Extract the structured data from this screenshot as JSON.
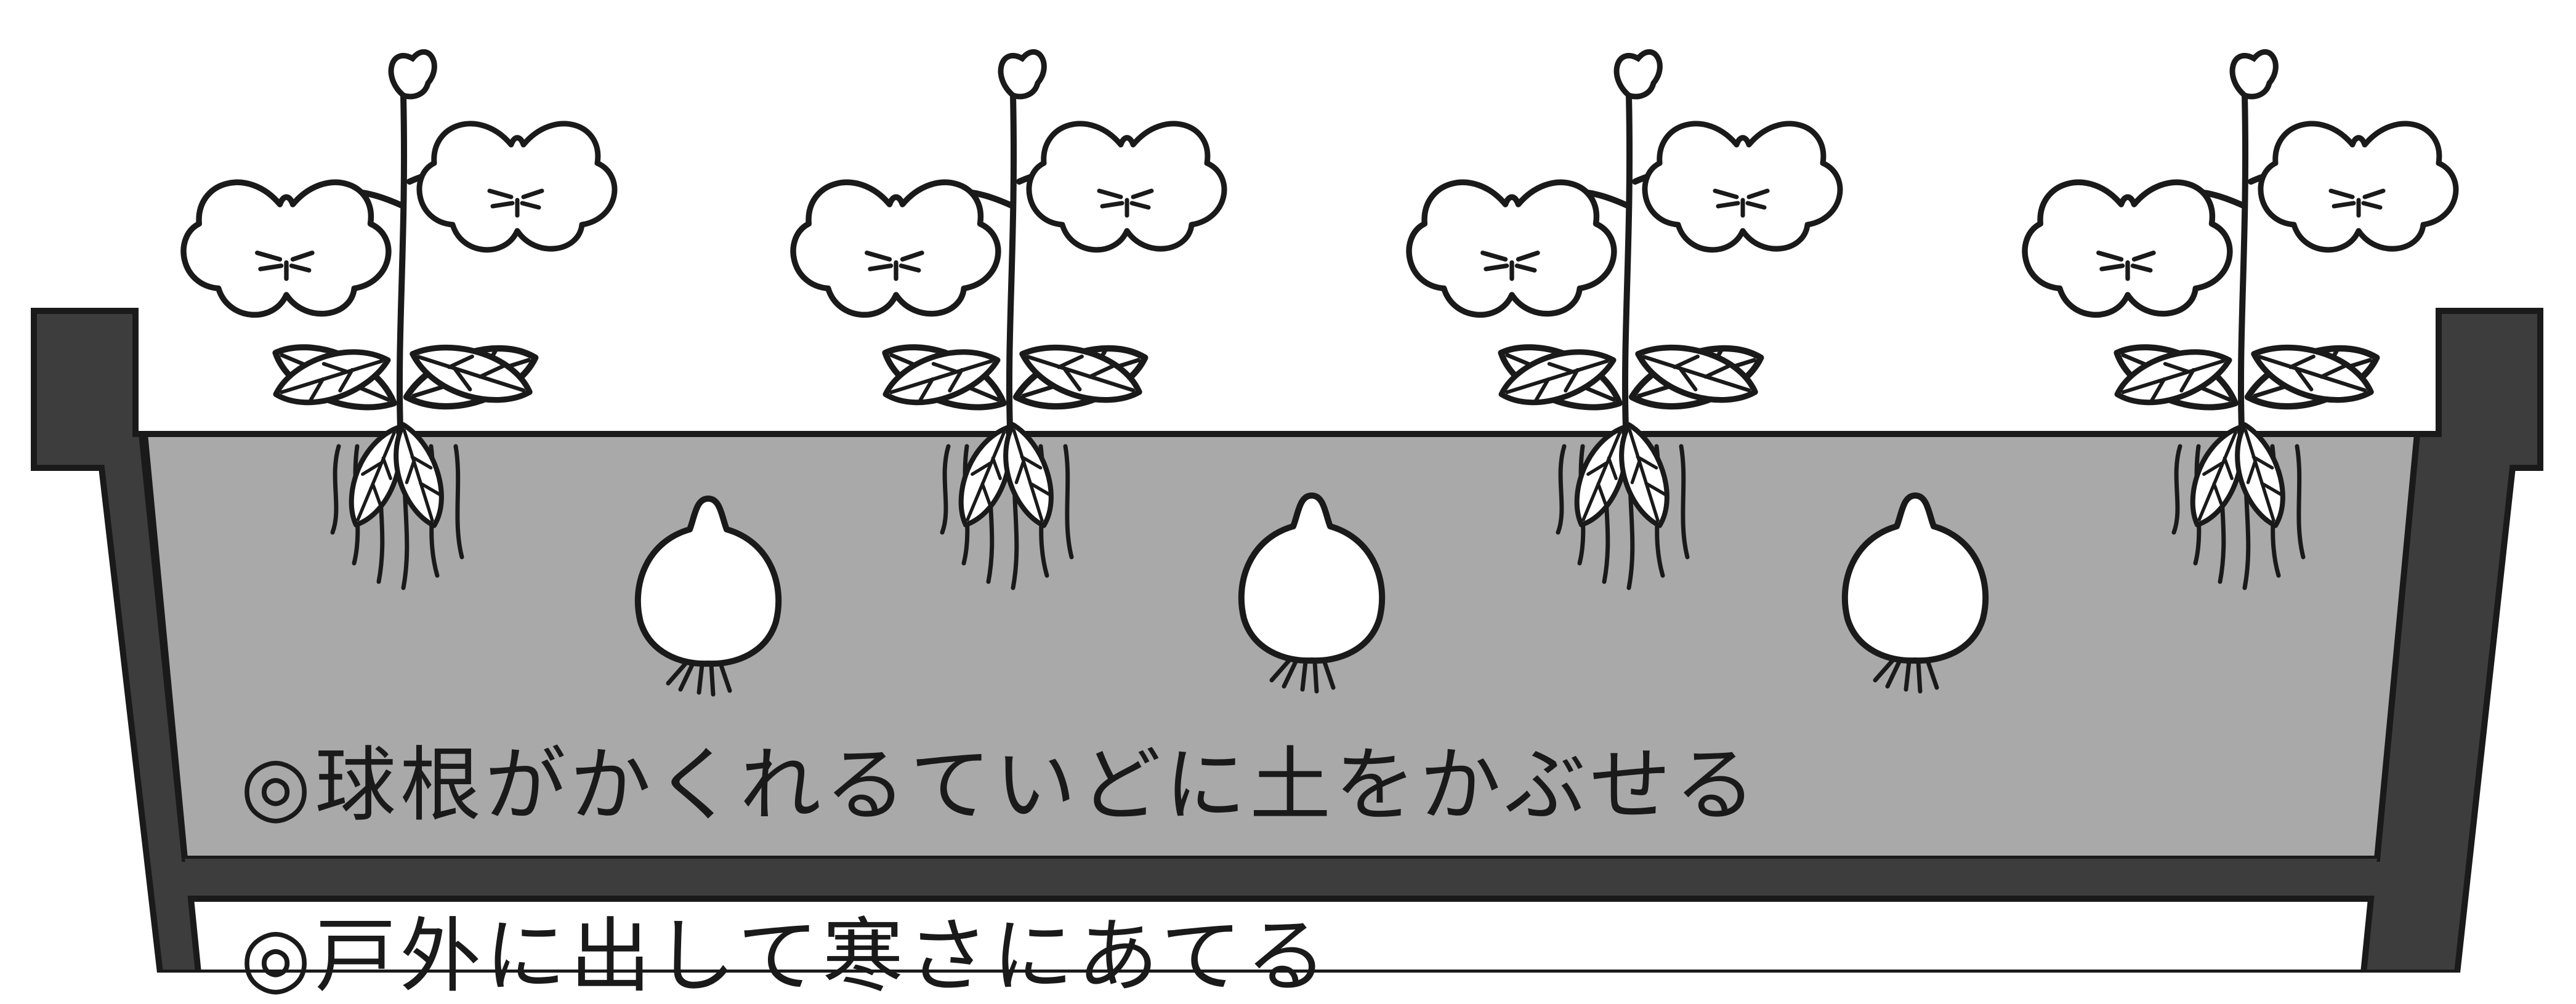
{
  "captions": {
    "line1": "◎球根がかくれるていどに土をかぶせる",
    "line2": "◎戸外に出して寒さにあてる"
  },
  "colors": {
    "planter_wall": "#3d3d3d",
    "soil": "#a9a9a9",
    "ink": "#1a1a1a",
    "petal": "#ffffff",
    "leaf": "#ffffff",
    "background": "#ffffff"
  },
  "scene": {
    "plants": [
      {
        "kind": "pansy",
        "name": "pansy-plant-1"
      },
      {
        "kind": "pansy",
        "name": "pansy-plant-2"
      },
      {
        "kind": "pansy",
        "name": "pansy-plant-3"
      },
      {
        "kind": "pansy",
        "name": "pansy-plant-4"
      }
    ],
    "bulbs": [
      {
        "kind": "bulb",
        "name": "bulb-1"
      },
      {
        "kind": "bulb",
        "name": "bulb-2"
      },
      {
        "kind": "bulb",
        "name": "bulb-3"
      }
    ]
  }
}
